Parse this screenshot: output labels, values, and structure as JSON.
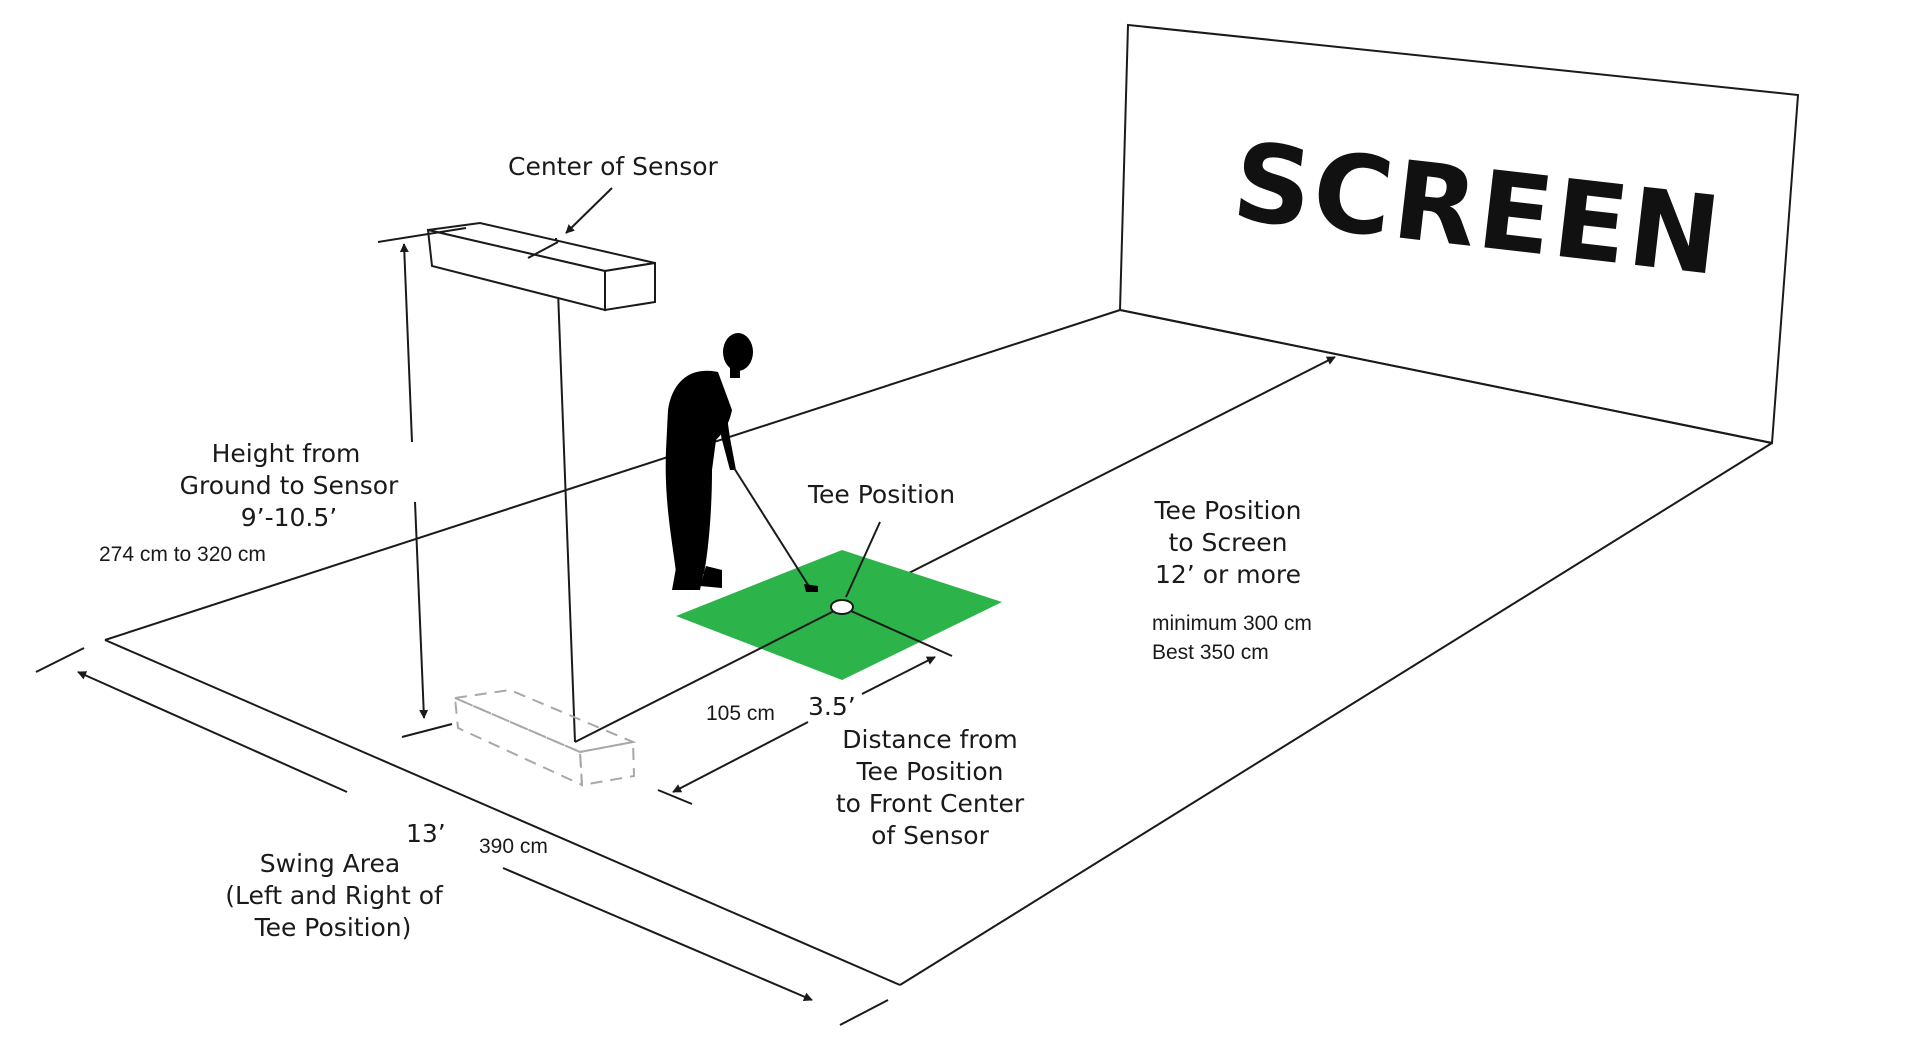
{
  "screen": {
    "label": "SCREEN"
  },
  "labels": {
    "center_of_sensor": "Center of Sensor",
    "height_lines": [
      "Height from",
      "Ground to Sensor",
      "9’-10.5’"
    ],
    "height_metric": "274 cm to 320 cm",
    "tee_position": "Tee Position",
    "tee_to_screen_lines": [
      "Tee Position",
      "to Screen",
      "12’ or more"
    ],
    "tee_to_screen_metric_lines": [
      "minimum 300 cm",
      "Best 350 cm"
    ],
    "distance_feet": "3.5’",
    "distance_metric": "105 cm",
    "distance_lines": [
      "Distance from",
      "Tee Position",
      "to Front Center",
      "of Sensor"
    ],
    "swing_feet": "13’",
    "swing_metric": "390 cm",
    "swing_lines": [
      "Swing Area",
      "(Left and Right of",
      "Tee Position)"
    ]
  },
  "colors": {
    "mat": "#2cb34a",
    "line": "#1a1a1a",
    "sensor_footprint": "#a8a8a8",
    "silhouette": "#000000"
  }
}
